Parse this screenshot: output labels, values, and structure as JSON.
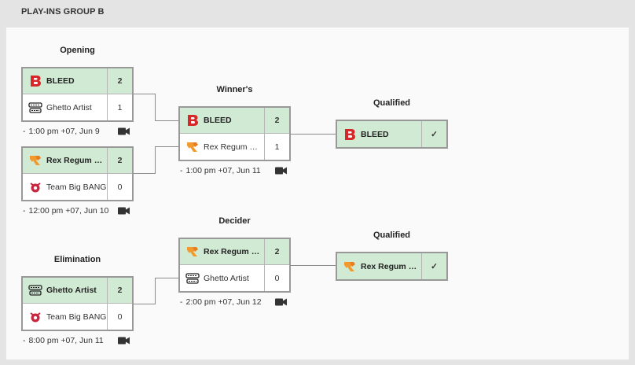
{
  "page": {
    "title": "PLAY-INS GROUP B"
  },
  "rounds": {
    "opening": "Opening",
    "winners": "Winner's",
    "qualified_top": "Qualified",
    "decider": "Decider",
    "qualified_bottom": "Qualified",
    "elimination": "Elimination"
  },
  "matches": {
    "opening1": {
      "team1": {
        "name": "BLEED",
        "score": "2",
        "logo": "bleed-logo"
      },
      "team2": {
        "name": "Ghetto Artist",
        "score": "1",
        "logo": "ghetto-artist-logo"
      },
      "time": "1:00 pm +07, Jun 9"
    },
    "opening2": {
      "team1": {
        "name": "Rex Regum Qeon",
        "score": "2",
        "logo": "rrq-logo"
      },
      "team2": {
        "name": "Team Big BANG",
        "score": "0",
        "logo": "team-big-bang-logo"
      },
      "time": "12:00 pm +07, Jun 10"
    },
    "winners": {
      "team1": {
        "name": "BLEED",
        "score": "2",
        "logo": "bleed-logo"
      },
      "team2": {
        "name": "Rex Regum Qeon",
        "score": "1",
        "logo": "rrq-logo"
      },
      "time": "1:00 pm +07, Jun 11"
    },
    "elimination": {
      "team1": {
        "name": "Ghetto Artist",
        "score": "2",
        "logo": "ghetto-artist-logo"
      },
      "team2": {
        "name": "Team Big BANG",
        "score": "0",
        "logo": "team-big-bang-logo"
      },
      "time": "8:00 pm +07, Jun 11"
    },
    "decider": {
      "team1": {
        "name": "Rex Regum Qeon",
        "score": "2",
        "logo": "rrq-logo"
      },
      "team2": {
        "name": "Ghetto Artist",
        "score": "0",
        "logo": "ghetto-artist-logo"
      },
      "time": "2:00 pm +07, Jun 12"
    }
  },
  "qualified": {
    "top": {
      "name": "BLEED",
      "mark": "✓",
      "logo": "bleed-logo"
    },
    "bottom": {
      "name": "Rex Regum Qeon",
      "mark": "✓",
      "logo": "rrq-logo"
    }
  },
  "misc": {
    "dash": "-",
    "camera_icon": "video-camera-icon"
  },
  "colors": {
    "winner_bg": "#d1ead3",
    "border": "#999999",
    "bleed_red": "#d62828",
    "rrq_orange": "#f29a2e"
  }
}
